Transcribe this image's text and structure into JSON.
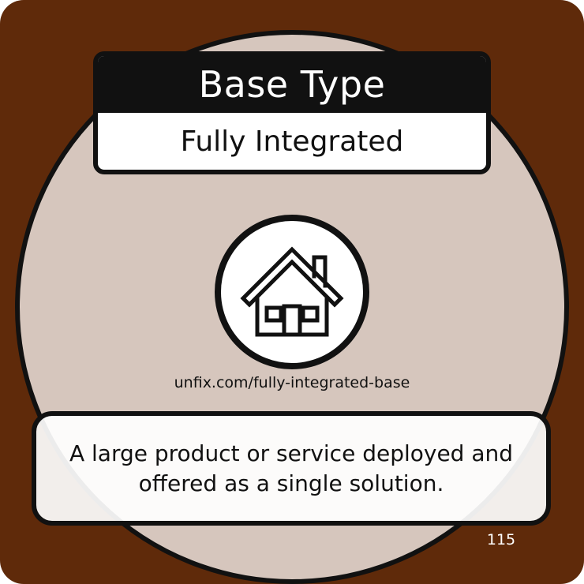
{
  "card": {
    "title": "Base Type",
    "subtitle": "Fully Integrated",
    "icon": "house-icon",
    "url": "unfix.com/fully-integrated-base",
    "description": "A large product or service deployed and offered as a single solution.",
    "page_number": "115"
  },
  "colors": {
    "background": "#5f2a0a",
    "circle": "#d6c6bd",
    "outline": "#111111",
    "panel": "#ffffff"
  }
}
